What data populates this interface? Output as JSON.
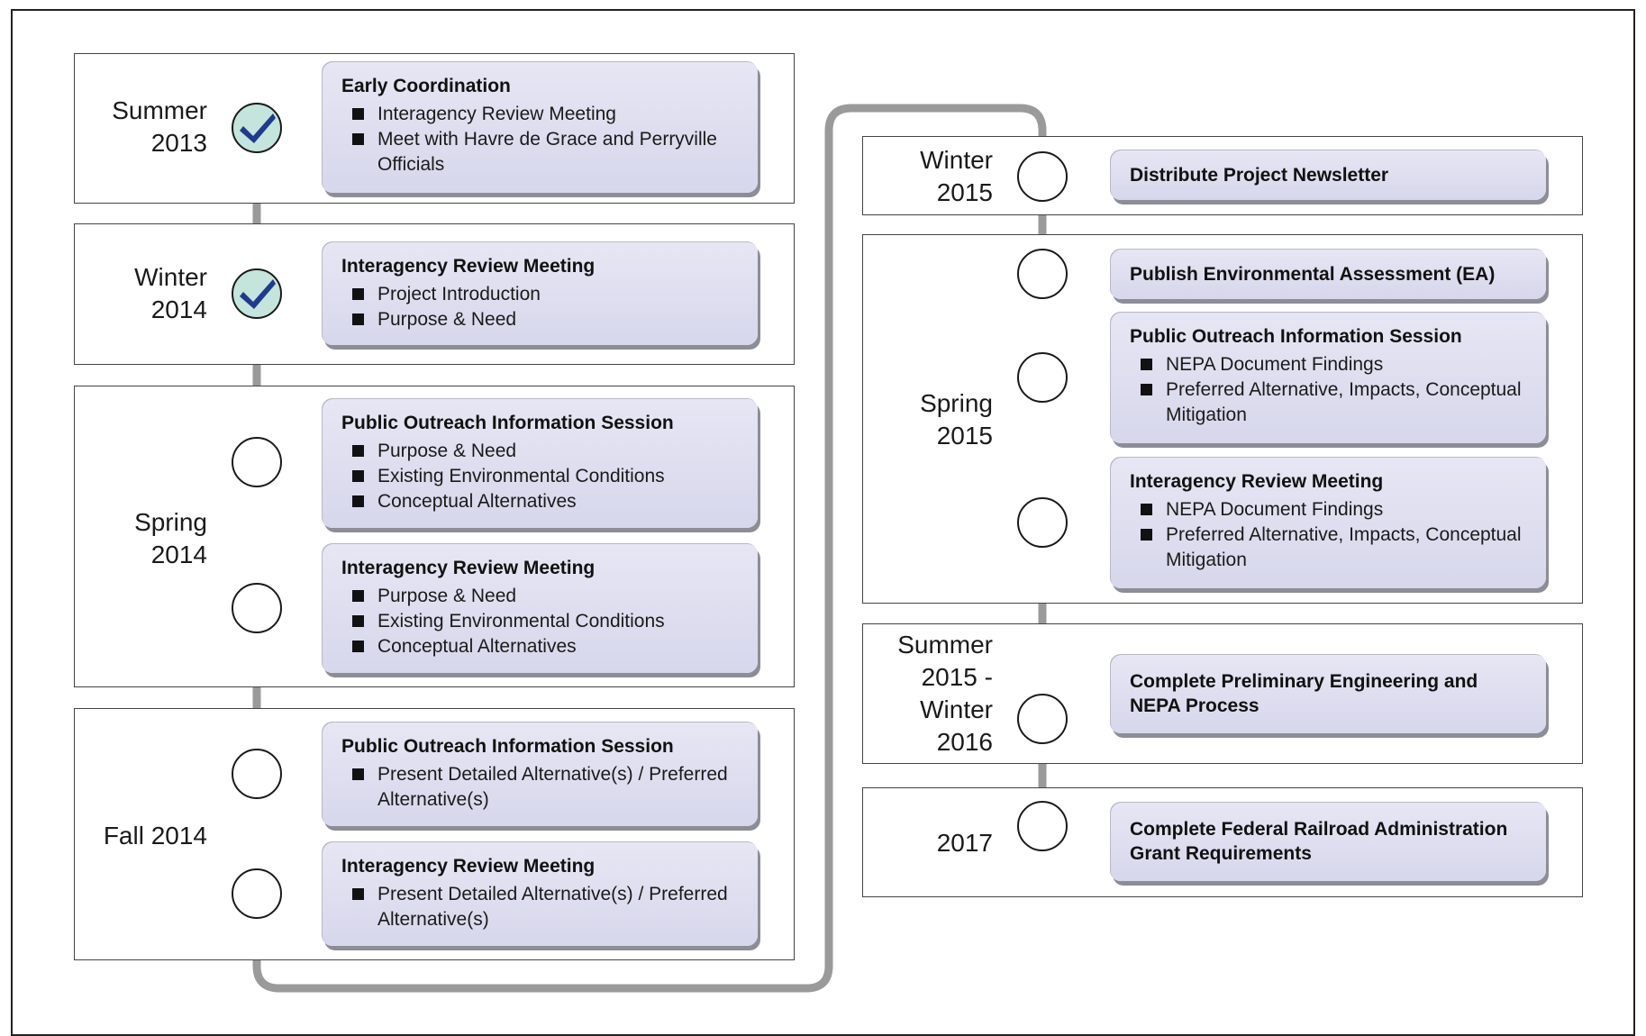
{
  "timeline": {
    "left_periods": [
      {
        "label": "Summer\n2013"
      },
      {
        "label": "Winter\n2014"
      },
      {
        "label": "Spring\n2014"
      },
      {
        "label": "Fall 2014"
      }
    ],
    "right_periods": [
      {
        "label": "Winter\n2015"
      },
      {
        "label": "Spring\n2015"
      },
      {
        "label": "Summer\n2015 -\nWinter\n2016"
      },
      {
        "label": "2017"
      }
    ]
  },
  "cards": [
    {
      "title": "Early Coordination",
      "status": "completed",
      "items": [
        "Interagency Review Meeting",
        "Meet with Havre de Grace and Perryville Officials"
      ]
    },
    {
      "title": "Interagency Review Meeting",
      "status": "completed",
      "items": [
        "Project Introduction",
        "Purpose & Need"
      ]
    },
    {
      "title": "Public Outreach Information Session",
      "status": "pending",
      "items": [
        "Purpose & Need",
        "Existing Environmental Conditions",
        "Conceptual Alternatives"
      ]
    },
    {
      "title": "Interagency Review Meeting",
      "status": "pending",
      "items": [
        "Purpose & Need",
        "Existing Environmental Conditions",
        "Conceptual Alternatives"
      ]
    },
    {
      "title": "Public Outreach Information Session",
      "status": "pending",
      "items": [
        "Present Detailed Alternative(s) / Preferred Alternative(s)"
      ]
    },
    {
      "title": "Interagency Review Meeting",
      "status": "pending",
      "items": [
        "Present Detailed Alternative(s) / Preferred Alternative(s)"
      ]
    },
    {
      "title": "Distribute Project Newsletter",
      "status": "pending",
      "items": []
    },
    {
      "title": "Publish Environmental Assessment (EA)",
      "status": "pending",
      "items": []
    },
    {
      "title": "Public Outreach Information Session",
      "status": "pending",
      "items": [
        "NEPA Document Findings",
        "Preferred Alternative, Impacts, Conceptual Mitigation"
      ]
    },
    {
      "title": "Interagency Review Meeting",
      "status": "pending",
      "items": [
        "NEPA Document Findings",
        "Preferred Alternative, Impacts, Conceptual Mitigation"
      ]
    },
    {
      "title": "Complete Preliminary Engineering and NEPA Process",
      "status": "pending",
      "items": []
    },
    {
      "title": "Complete Federal Railroad Administration Grant Requirements",
      "status": "pending",
      "items": []
    }
  ],
  "colors": {
    "card_fill": "#dcdcf0",
    "card_shadow": "#8d8d96",
    "line": "#9a9a9a",
    "check_fill": "#c4e4dc",
    "check_mark": "#1f3a8f"
  }
}
